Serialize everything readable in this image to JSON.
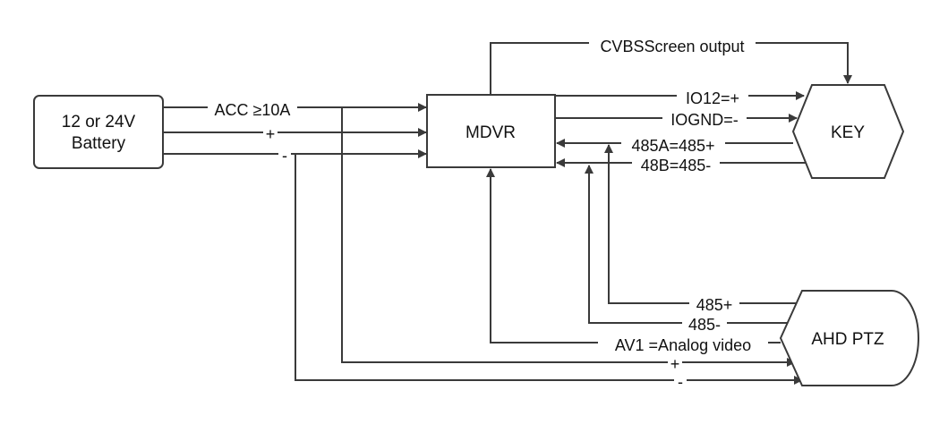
{
  "nodes": {
    "battery": [
      "12 or 24V",
      "Battery"
    ],
    "mdvr": "MDVR",
    "key": "KEY",
    "ptz": "AHD PTZ"
  },
  "edges": {
    "cvbs": "CVBSScreen output",
    "acc": "ACC ≥10A",
    "bat_plus": "+",
    "bat_minus": "-",
    "io12": "IO12=+",
    "iognd": "IOGND=-",
    "rs485a": "485A=485+",
    "rs485b": "48B=485-",
    "ptz_485p": "485+",
    "ptz_485m": "485-",
    "av1": "AV1 =Analog video",
    "ptz_plus": "+",
    "ptz_minus": "-"
  },
  "colors": {
    "line": "#3a3a3a",
    "text": "#111111"
  }
}
